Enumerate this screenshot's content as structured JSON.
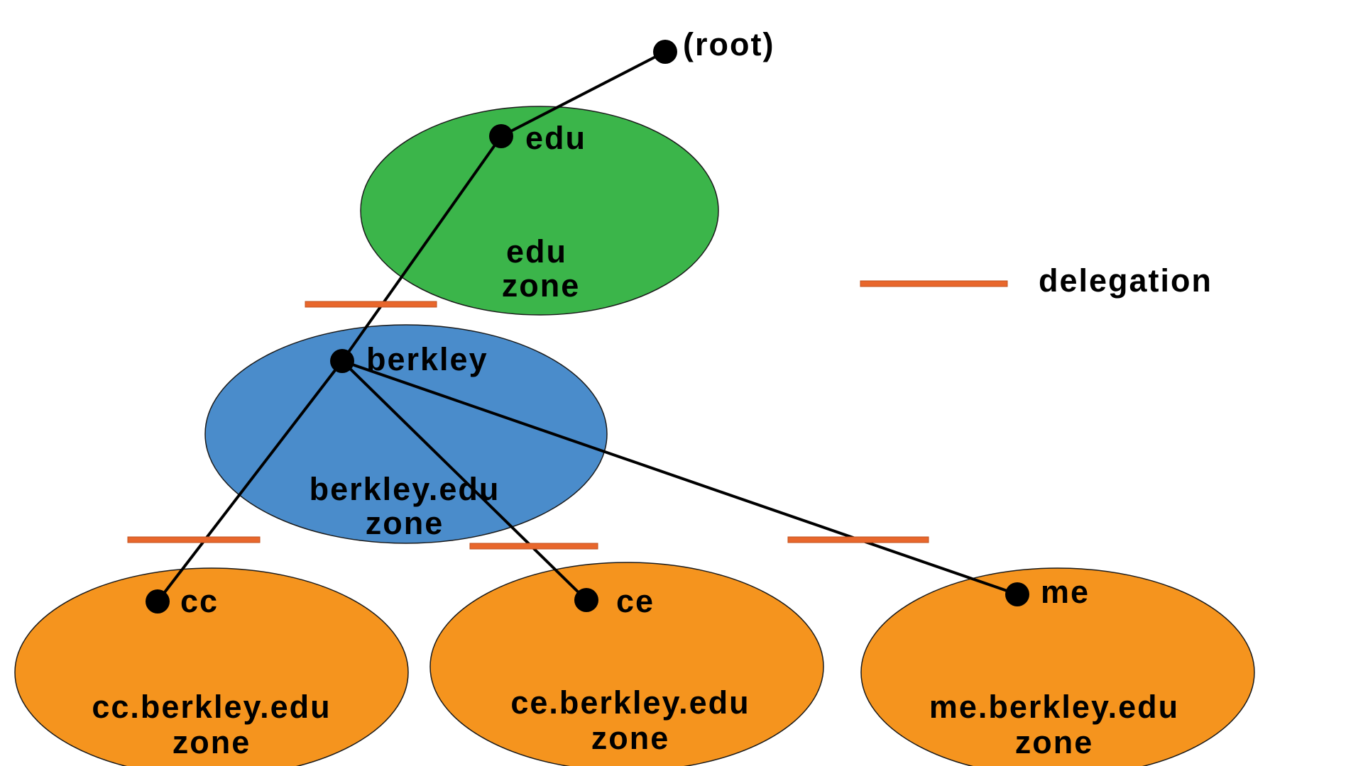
{
  "colors": {
    "edu_zone": "#3bb54a",
    "berkley_zone": "#4a8ccb",
    "leaf_zone": "#f5941e",
    "delegation": "#e8672c",
    "tree": "#000000"
  },
  "nodes": {
    "root": "(root)",
    "edu": "edu",
    "berkley": "berkley",
    "cc": "cc",
    "ce": "ce",
    "me": "me"
  },
  "zones": {
    "edu": [
      "edu",
      "zone"
    ],
    "berkley": [
      "berkley.edu",
      "zone"
    ],
    "cc": [
      "cc.berkley.edu",
      "zone"
    ],
    "ce": [
      "ce.berkley.edu",
      "zone"
    ],
    "me": [
      "me.berkley.edu",
      "zone"
    ]
  },
  "legend": {
    "delegation_label": "delegation"
  }
}
